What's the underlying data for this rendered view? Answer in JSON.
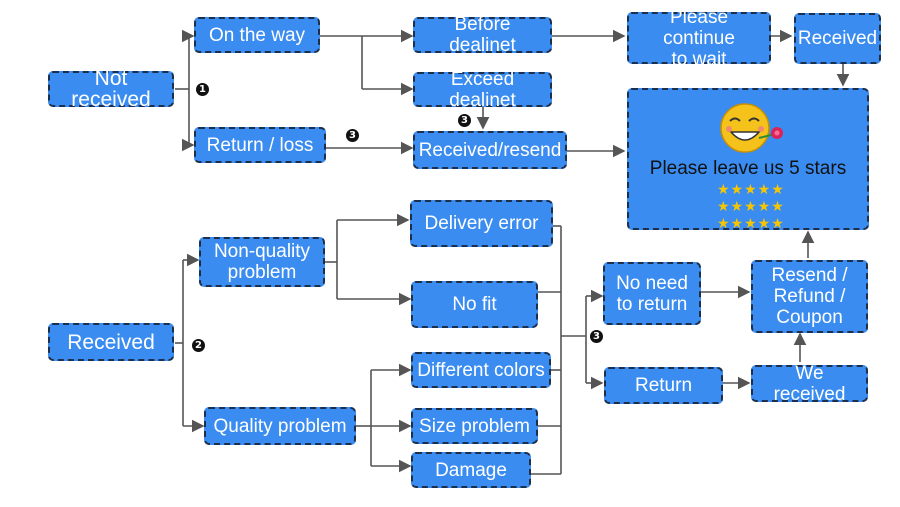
{
  "nodes": {
    "not_received": "Not received",
    "on_the_way": "On the way",
    "return_loss": "Return / loss",
    "before_deadline": "Before dealinet",
    "exceed_deadline": "Exceed dealinet",
    "received_resend": "Received/resend",
    "please_wait_line1": "Please continue",
    "please_wait_line2": "to wait",
    "received_top": "Received",
    "received_main": "Received",
    "non_quality_line1": "Non-quality",
    "non_quality_line2": "problem",
    "quality_problem": "Quality problem",
    "delivery_error": "Delivery error",
    "no_fit": "No fit",
    "different_colors": "Different colors",
    "size_problem": "Size problem",
    "damage": "Damage",
    "no_need_line1": "No need",
    "no_need_line2": "to return",
    "return": "Return",
    "resend_line1": "Resend /",
    "resend_line2": "Refund /",
    "resend_line3": "Coupon",
    "we_received": "We received"
  },
  "stars_box": {
    "message": "Please leave us 5 stars",
    "star_rows": [
      "★★★★★",
      "★★★★★",
      "★★★★★"
    ]
  },
  "badges": {
    "b1": "1",
    "b2": "2",
    "b3": "3"
  },
  "colors": {
    "node_fill": "#3a8cf0",
    "node_border": "#1c2f4d",
    "connector": "#555555",
    "star": "#f7c600"
  },
  "icons": {
    "smiley": "smiley-with-rose-icon"
  }
}
